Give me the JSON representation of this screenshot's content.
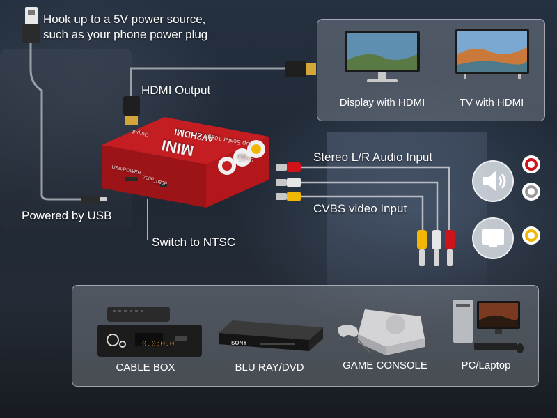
{
  "labels": {
    "power_source_line1": "Hook up to a 5V power source,",
    "power_source_line2": "such as your phone power plug",
    "hdmi_output": "HDMI Output",
    "powered_by_usb": "Powered by USB",
    "switch_ntsc": "Switch to NTSC",
    "stereo_audio": "Stereo L/R Audio Input",
    "cvbs_video": "CVBS video Input"
  },
  "device": {
    "brand": "MINI",
    "model": "AV2HDMI",
    "subtitle": "Up Scaler 1080P",
    "port_output": "Output",
    "port_input": "L/Input",
    "port_usb": "USB/POWER",
    "switch_720": "720P",
    "switch_1080": "1080P"
  },
  "outputs": [
    {
      "label": "Display with HDMI",
      "icon": "monitor-icon"
    },
    {
      "label": "TV with HDMI",
      "icon": "tv-icon"
    }
  ],
  "sources": [
    {
      "label": "CABLE BOX",
      "icon": "cable-box-icon"
    },
    {
      "label": "BLU RAY/DVD",
      "icon": "bluray-player-icon"
    },
    {
      "label": "GAME CONSOLE",
      "icon": "game-console-icon"
    },
    {
      "label": "PC/Laptop",
      "icon": "pc-icon"
    }
  ],
  "source_marks": {
    "cable_display": "0.0:0.0",
    "dvd_brand": "SONY"
  },
  "colors": {
    "device_red": "#b3161b",
    "audio_red": "#d0121a",
    "audio_white": "#d9d9d9",
    "video_yellow": "#f2b705",
    "cable_gray": "#9aa0a6"
  }
}
